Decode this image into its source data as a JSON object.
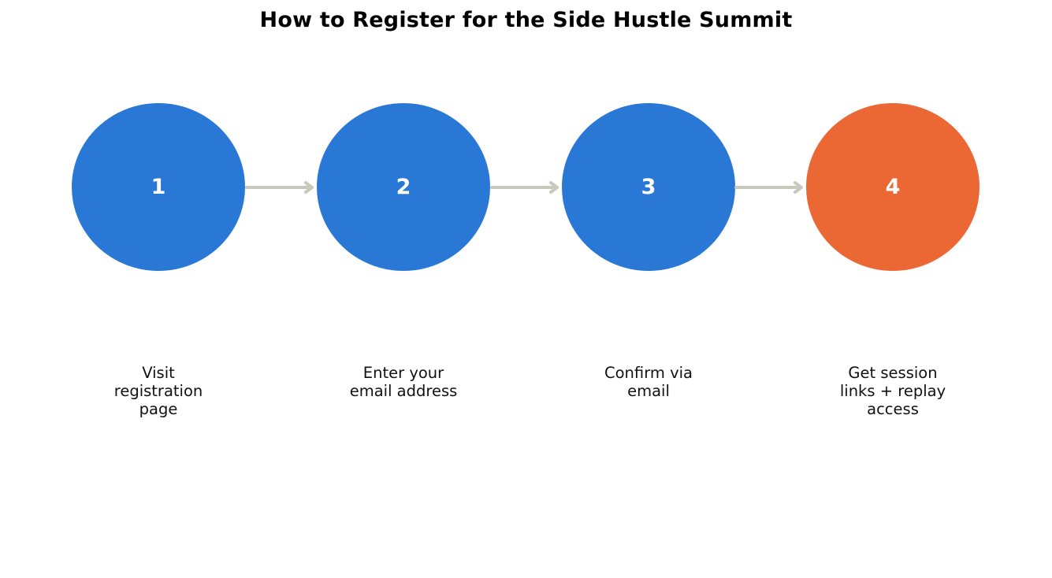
{
  "title": "How to Register for the Side Hustle Summit",
  "colors": {
    "step_default": "#2a78d6",
    "step_final": "#eb6834",
    "arrow": "#c8c8bc",
    "number_text": "#ffffff"
  },
  "steps": [
    {
      "number": "1",
      "label": "Visit\nregistration\npage",
      "color": "#2a78d6"
    },
    {
      "number": "2",
      "label": "Enter your\nemail address",
      "color": "#2a78d6"
    },
    {
      "number": "3",
      "label": "Confirm via\nemail",
      "color": "#2a78d6"
    },
    {
      "number": "4",
      "label": "Get session\nlinks + replay\naccess",
      "color": "#eb6834"
    }
  ]
}
